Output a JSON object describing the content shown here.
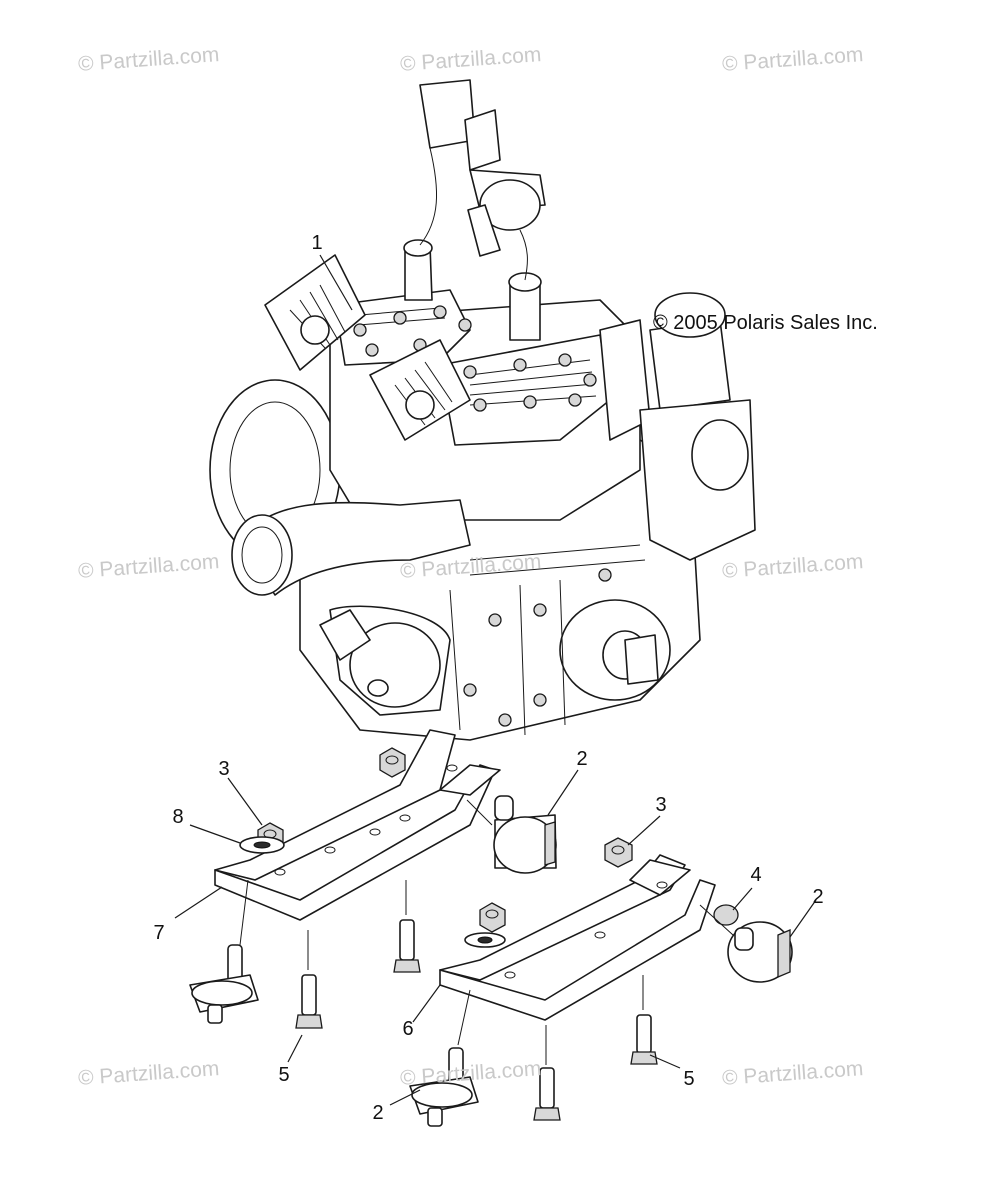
{
  "copyright": "© 2005 Polaris Sales Inc.",
  "watermark": "© Partzilla.com",
  "callouts": {
    "engine": "1",
    "mount_top_right": "2",
    "mount_far_right": "2",
    "mount_bottom": "2",
    "nut_left": "3",
    "nut_right": "3",
    "washer_4": "4",
    "bolt_left": "5",
    "bolt_right": "5",
    "bracket_right": "6",
    "bracket_left": "7",
    "washer_8": "8"
  }
}
